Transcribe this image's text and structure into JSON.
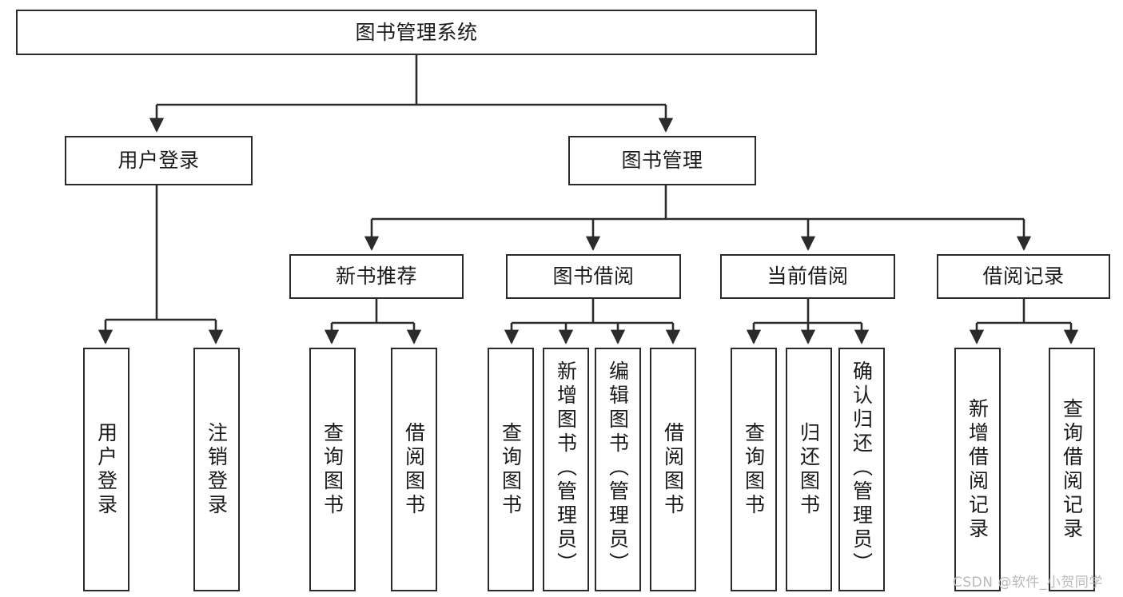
{
  "diagram": {
    "title": "图书管理系统",
    "type": "tree-hierarchy",
    "orientation": "top-down",
    "line_color": "#2b2b2b",
    "box_fill": "#ffffff",
    "text_color": "#1a1a1a",
    "root": {
      "id": "root",
      "label": "图书管理系统"
    },
    "level2": [
      {
        "id": "user-login",
        "label": "用户登录"
      },
      {
        "id": "book-manage",
        "label": "图书管理"
      }
    ],
    "level3": [
      {
        "id": "new-book-recommend",
        "label": "新书推荐",
        "parent": "book-manage"
      },
      {
        "id": "book-borrow",
        "label": "图书借阅",
        "parent": "book-manage"
      },
      {
        "id": "current-borrow",
        "label": "当前借阅",
        "parent": "book-manage"
      },
      {
        "id": "borrow-record",
        "label": "借阅记录",
        "parent": "book-manage"
      }
    ],
    "leaves": [
      {
        "id": "leaf-user-login",
        "label": "用户登录",
        "parent": "user-login"
      },
      {
        "id": "leaf-logout-login",
        "label": "注销登录",
        "parent": "user-login"
      },
      {
        "id": "leaf-query-book-rec",
        "label": "查询图书",
        "parent": "new-book-recommend"
      },
      {
        "id": "leaf-borrow-book-rec",
        "label": "借阅图书",
        "parent": "new-book-recommend"
      },
      {
        "id": "leaf-query-book-borrow",
        "label": "查询图书",
        "parent": "book-borrow"
      },
      {
        "id": "leaf-add-book-admin",
        "label": "新增图书（管理员）",
        "parent": "book-borrow"
      },
      {
        "id": "leaf-edit-book-admin",
        "label": "编辑图书（管理员）",
        "parent": "book-borrow"
      },
      {
        "id": "leaf-borrow-book",
        "label": "借阅图书",
        "parent": "book-borrow"
      },
      {
        "id": "leaf-query-book-current",
        "label": "查询图书",
        "parent": "current-borrow"
      },
      {
        "id": "leaf-return-book",
        "label": "归还图书",
        "parent": "current-borrow"
      },
      {
        "id": "leaf-confirm-return-admin",
        "label": "确认归还（管理员）",
        "parent": "current-borrow"
      },
      {
        "id": "leaf-add-borrow-record",
        "label": "新增借阅记录",
        "parent": "borrow-record"
      },
      {
        "id": "leaf-query-borrow-record",
        "label": "查询借阅记录",
        "parent": "borrow-record"
      }
    ]
  },
  "watermark": {
    "text": "CSDN @软件_小贺同学"
  }
}
